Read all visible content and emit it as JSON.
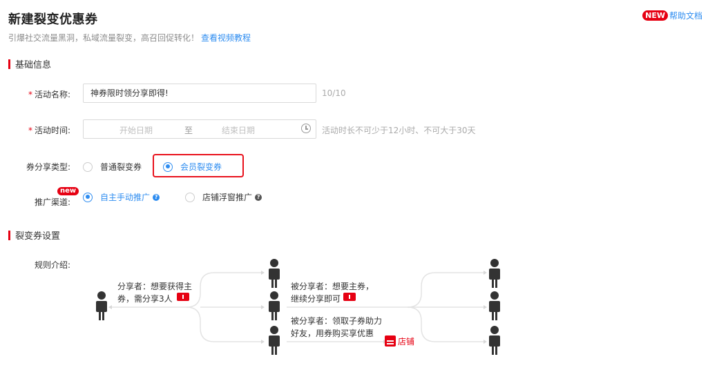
{
  "header": {
    "title": "新建裂变优惠券",
    "subtitle": "引爆社交流量黑洞，私域流量裂变，高召回促转化！",
    "video_link": "查看视频教程",
    "help_badge": "NEW",
    "help_link": "帮助文档"
  },
  "sections": {
    "basic": "基础信息",
    "fission": "裂变券设置"
  },
  "form": {
    "activity_name": {
      "label": "活动名称:",
      "value": "神券限时领分享即得!",
      "count": "10/10"
    },
    "activity_time": {
      "label": "活动时间:",
      "start_placeholder": "开始日期",
      "separator": "至",
      "end_placeholder": "结束日期",
      "hint": "活动时长不可少于12小时、不可大于30天"
    },
    "share_type": {
      "label": "券分享类型:",
      "options": [
        "普通裂变券",
        "会员裂变券"
      ],
      "selected": "会员裂变券"
    },
    "channel": {
      "label": "推广渠道:",
      "badge": "new",
      "options": [
        "自主手动推广",
        "店铺浮窗推广"
      ],
      "selected": "自主手动推广"
    }
  },
  "rules": {
    "label": "规则介绍:",
    "sharer_text_1": "分享者：想要获得主",
    "sharer_text_2": "券，需分享3人",
    "sharee_text_1": "被分享者：想要主券，",
    "sharee_text_2": "继续分享即可",
    "sub_text_1": "被分享者：领取子券助力",
    "sub_text_2": "好友，用券购买享优惠",
    "shop_label": "店铺"
  },
  "colors": {
    "accent": "#2d8cf0",
    "brand_red": "#e60012",
    "person": "#333333",
    "line": "#dddddd"
  },
  "icons": [
    "clock-icon",
    "question-icon",
    "person-icon",
    "coupon-icon",
    "shop-icon"
  ]
}
